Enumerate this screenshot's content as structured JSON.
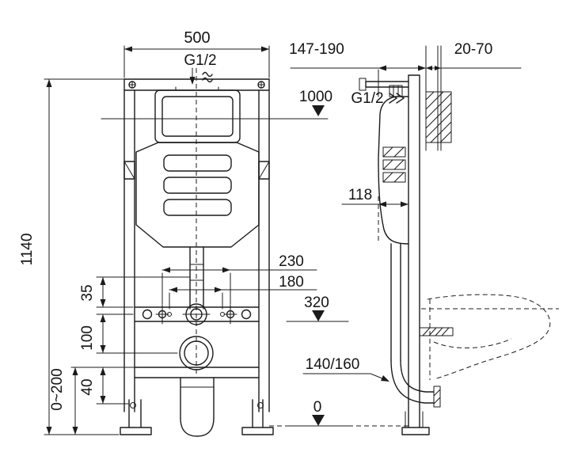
{
  "drawing": {
    "background_color": "#ffffff",
    "line_color": "#1b1b1b",
    "labels": {
      "width_500": "500",
      "inlet_front": "G1/2",
      "depth_147_190": "147-190",
      "wall_20_70": "20-70",
      "level_1000": "1000",
      "inlet_side": "G1/2",
      "depth_118": "118",
      "height_1140": "1140",
      "bolts_230": "230",
      "bolts_180": "180",
      "offset_35": "35",
      "level_320": "320",
      "offset_100": "100",
      "outlet_140_160": "140/160",
      "adjust_0_200": "0~200",
      "offset_40": "40",
      "level_0": "0"
    }
  }
}
